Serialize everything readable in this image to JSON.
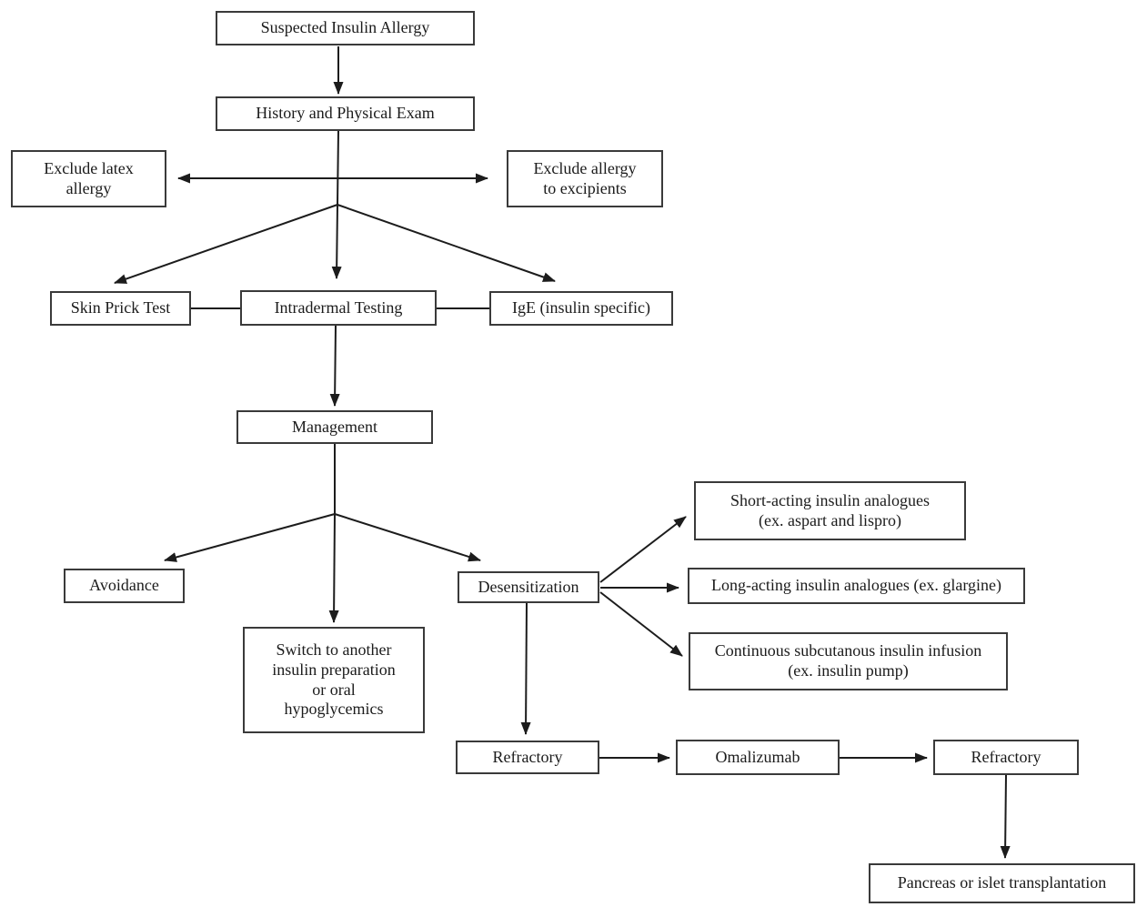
{
  "diagram": {
    "title": "Suspected Insulin Allergy evaluation and management flowchart",
    "type": "flowchart"
  },
  "colors": {
    "background": "#ffffff",
    "box_border": "#3a3a3a",
    "box_fill": "#ffffff",
    "text": "#1b1b1b",
    "line": "#1c1c1c"
  },
  "nodes": {
    "suspected": {
      "label": "Suspected Insulin Allergy"
    },
    "history": {
      "label": "History and Physical Exam"
    },
    "exclude_latex": {
      "label": "Exclude latex\nallergy"
    },
    "exclude_excip": {
      "label": "Exclude allergy\nto excipients"
    },
    "skin_prick": {
      "label": "Skin Prick Test"
    },
    "intradermal": {
      "label": "Intradermal Testing"
    },
    "ige": {
      "label": "IgE (insulin specific)"
    },
    "management": {
      "label": "Management"
    },
    "avoidance": {
      "label": "Avoidance"
    },
    "switch": {
      "label": "Switch to another\ninsulin preparation\nor oral\nhypoglycemics"
    },
    "desensitization": {
      "label": "Desensitization"
    },
    "short_acting": {
      "label": "Short-acting insulin analogues\n(ex. aspart and lispro)"
    },
    "long_acting": {
      "label": "Long-acting insulin analogues (ex. glargine)"
    },
    "continuous": {
      "label": "Continuous subcutanous insulin infusion\n(ex. insulin pump)"
    },
    "refractory1": {
      "label": "Refractory"
    },
    "omalizumab": {
      "label": "Omalizumab"
    },
    "refractory2": {
      "label": "Refractory"
    },
    "pancreas": {
      "label": "Pancreas or islet transplantation"
    }
  },
  "edges": [
    "suspected -> history",
    "history -> exclude_latex",
    "history -> exclude_excip",
    "history -> skin_prick",
    "history -> intradermal",
    "history -> ige",
    "intradermal -> management",
    "management -> avoidance",
    "management -> switch",
    "management -> desensitization",
    "desensitization -> short_acting",
    "desensitization -> long_acting",
    "desensitization -> continuous",
    "desensitization -> refractory1",
    "refractory1 -> omalizumab",
    "omalizumab -> refractory2",
    "refractory2 -> pancreas"
  ]
}
